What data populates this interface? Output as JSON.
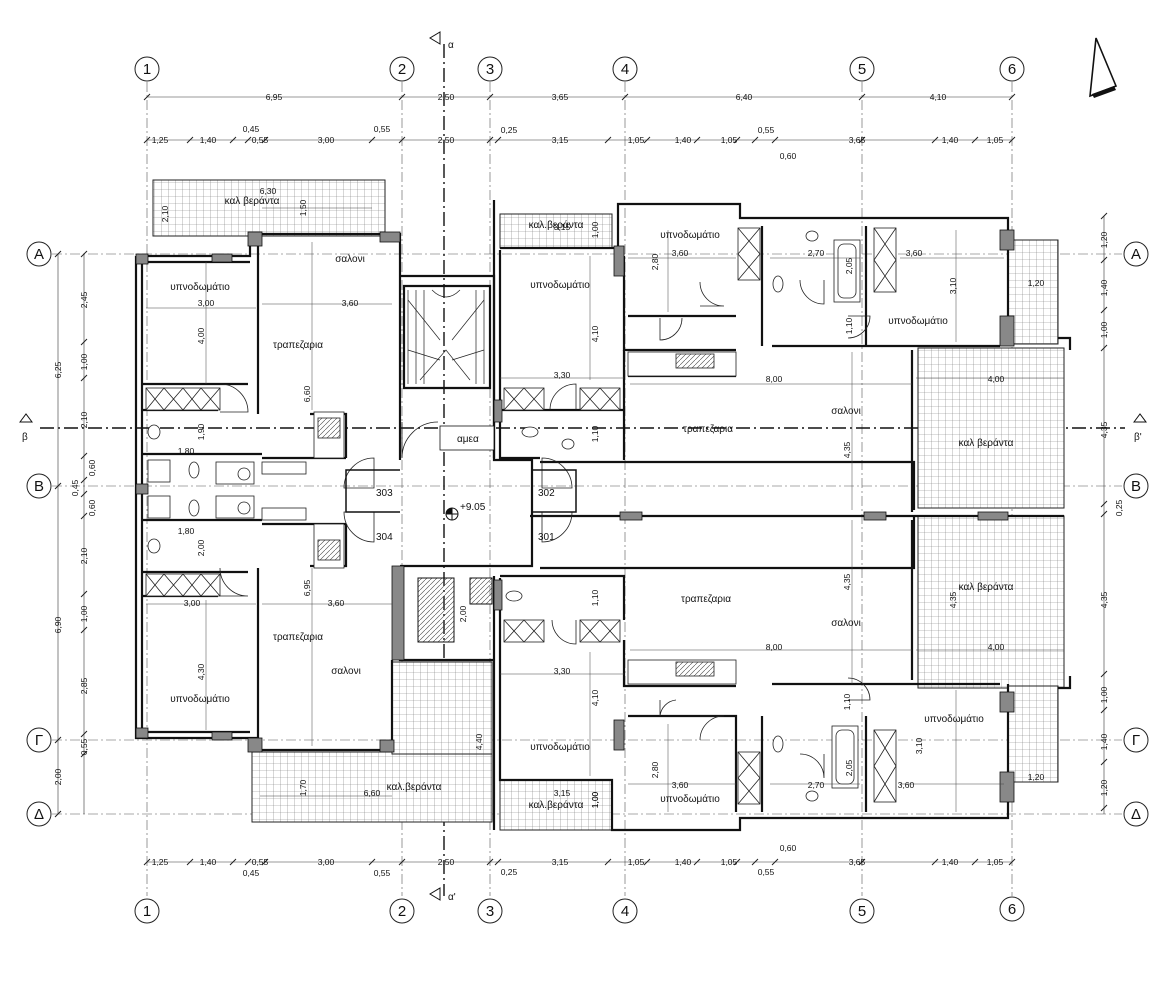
{
  "grid": {
    "columns": [
      "1",
      "2",
      "3",
      "4",
      "5",
      "6"
    ],
    "rows": [
      "Α",
      "Β",
      "Γ",
      "Δ"
    ]
  },
  "section_marks": {
    "top": "α",
    "bottom": "α'",
    "left": "β",
    "right": "β'"
  },
  "elevation": "+9.05",
  "units": [
    "301",
    "302",
    "303",
    "304"
  ],
  "labels": {
    "bedroom": "υπνοδωμάτιο",
    "living": "σαλονι",
    "dining": "τραπεζαρια",
    "balcony": "καλ.βεράντα",
    "balcony_spaced": "καλ βεράντα",
    "amea": "αμεα"
  },
  "dims": {
    "top_outer": [
      "6,95",
      "2,50",
      "3,65",
      "6,40",
      "4,10"
    ],
    "top_inner": [
      "1,25",
      "1,40",
      "0,45",
      "0,55",
      "3,00",
      "0,55",
      "2,50",
      "0,25",
      "3,15",
      "1,05",
      "1,40",
      "1,05",
      "0,55",
      "0,60",
      "3,65",
      "1,40",
      "1,05"
    ],
    "bottom_inner": [
      "1,25",
      "1,40",
      "0,55",
      "0,45",
      "3,00",
      "0,55",
      "2,50",
      "0,25",
      "3,15",
      "1,05",
      "1,40",
      "1,05",
      "0,55",
      "0,60",
      "3,65",
      "1,40",
      "1,05"
    ],
    "left_outer": [
      "6,25",
      "6,90",
      "2,00"
    ],
    "left_inner": [
      "2,45",
      "1,00",
      "2,10",
      "0,60",
      "0,45",
      "0,60",
      "2,10",
      "1,00",
      "2,85",
      "0,55"
    ],
    "right_inner": [
      "1,20",
      "1,40",
      "1,00",
      "4,35",
      "0,25",
      "4,35",
      "1,00",
      "1,40",
      "1,20"
    ],
    "rooms": [
      "6,30",
      "2,10",
      "1,50",
      "3,00",
      "3,60",
      "4,00",
      "6,60",
      "1,90",
      "1,80",
      "1,80",
      "2,00",
      "3,00",
      "6,95",
      "3,60",
      "4,30",
      "1,70",
      "6,60",
      "4,40",
      "3,15",
      "1,00",
      "2,00",
      "3,30",
      "4,10",
      "2,80",
      "3,60",
      "2,70",
      "2,05",
      "1,10",
      "3,60",
      "3,10",
      "1,20",
      "8,00",
      "4,00",
      "4,35",
      "1,10",
      "1,10",
      "3,30",
      "4,10",
      "2,80",
      "3,60",
      "2,70",
      "2,05",
      "1,10",
      "3,60",
      "3,10",
      "1,20",
      "8,00",
      "4,00",
      "4,35",
      "1,00",
      "3,15",
      "1,00",
      "4,35"
    ]
  }
}
